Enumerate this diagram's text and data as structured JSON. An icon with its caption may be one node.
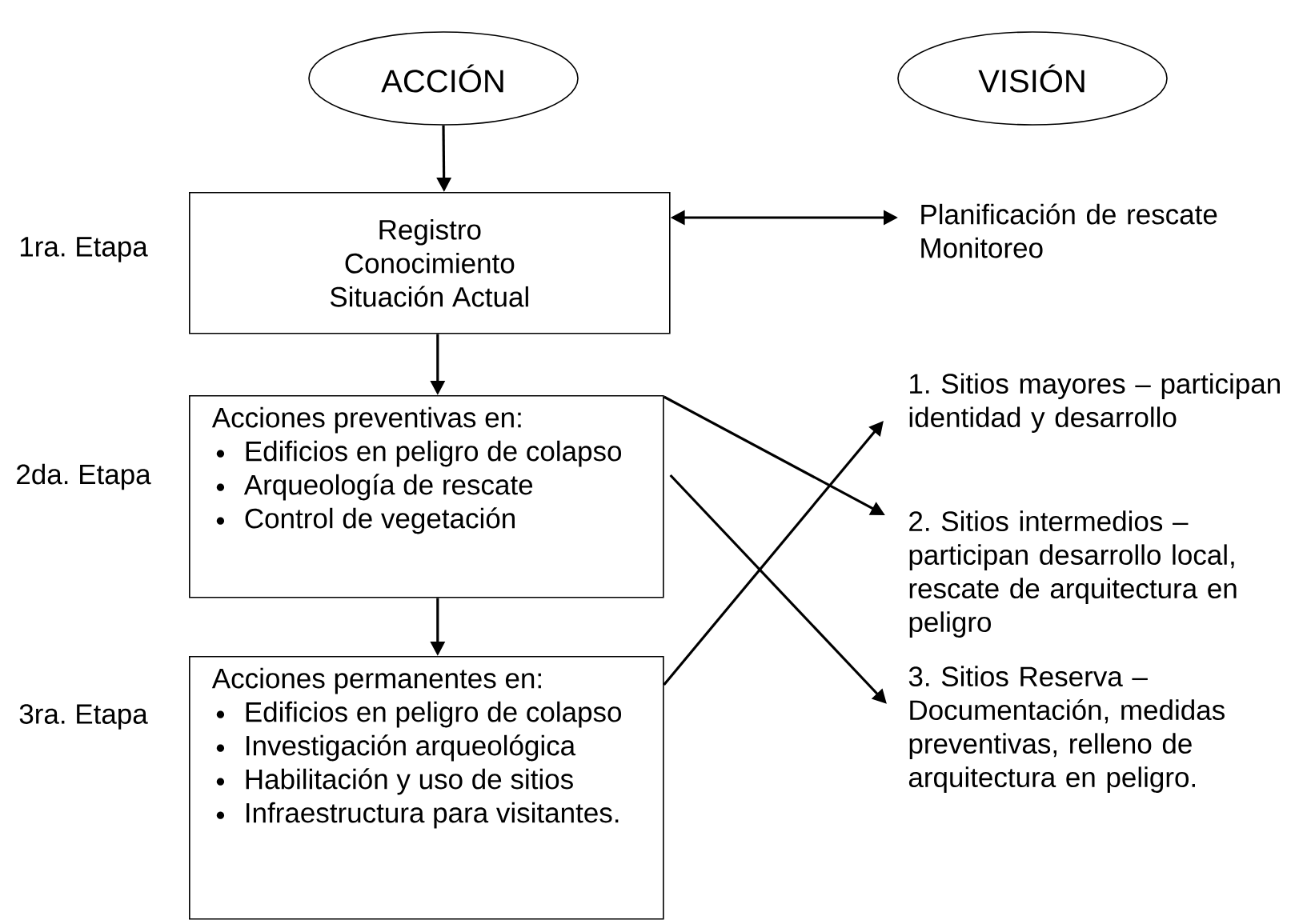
{
  "diagram": {
    "nodes": [
      {
        "text": [
          "ACCIÓN"
        ]
      },
      {
        "text": [
          "VISIÓN"
        ]
      },
      {
        "text": [
          "Registro",
          "Conocimiento",
          "Situación Actual"
        ],
        "beside": [
          "1ra. Etapa"
        ]
      },
      {
        "text": [
          "Planificación de rescate",
          "Monitoreo"
        ]
      },
      {
        "text": [
          "Acciones preventivas en:",
          "Edificios en peligro de colapso",
          "Arqueología de rescate",
          "Control de vegetación"
        ],
        "beside": [
          "2da. Etapa"
        ]
      },
      {
        "text": [
          "Acciones permanentes en:",
          "Edificios en peligro de colapso",
          "Investigación arqueológica",
          "Habilitación y uso de sitios",
          "Infraestructura para visitantes."
        ],
        "beside": [
          "3ra. Etapa"
        ]
      },
      {
        "text": [
          "1. Sitios mayores – participan identidad y desarrollo"
        ]
      },
      {
        "text": [
          "2. Sitios intermedios – participan desarrollo local, rescate de arquitectura en peligro"
        ]
      },
      {
        "text": [
          "3. Sitios Reserva – Documentación, medidas preventivas, relleno de arquitectura en peligro."
        ]
      }
    ],
    "edges": [
      {
        "from": 0,
        "to": 2,
        "arrow": "to"
      },
      {
        "from": 2,
        "to": 3,
        "arrow": "both"
      },
      {
        "from": 2,
        "to": 4,
        "arrow": "to"
      },
      {
        "from": 4,
        "to": 7,
        "arrow": "to"
      },
      {
        "from": 4,
        "to": 8,
        "arrow": "to"
      },
      {
        "from": 4,
        "to": 5,
        "arrow": "to"
      },
      {
        "from": 5,
        "to": 6,
        "arrow": "to"
      }
    ]
  }
}
